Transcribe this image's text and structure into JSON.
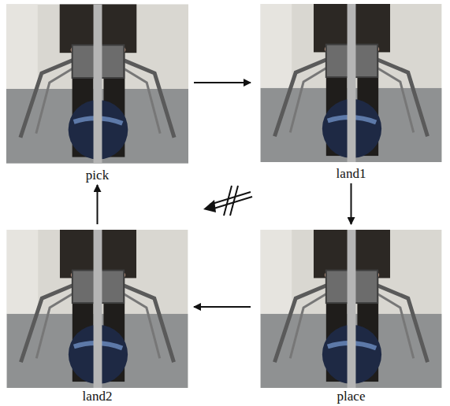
{
  "diagram": {
    "nodes": [
      {
        "text": [
          "pick"
        ]
      },
      {
        "text": [
          "land1"
        ]
      },
      {
        "text": [
          "land2"
        ]
      },
      {
        "text": [
          "place"
        ]
      }
    ],
    "edges": [
      {
        "from": 0,
        "to": 1,
        "arrow": "to"
      },
      {
        "from": 1,
        "to": 3,
        "arrow": "to"
      },
      {
        "from": 3,
        "to": 2,
        "arrow": "to"
      },
      {
        "from": 2,
        "to": 0,
        "arrow": "to"
      }
    ]
  }
}
